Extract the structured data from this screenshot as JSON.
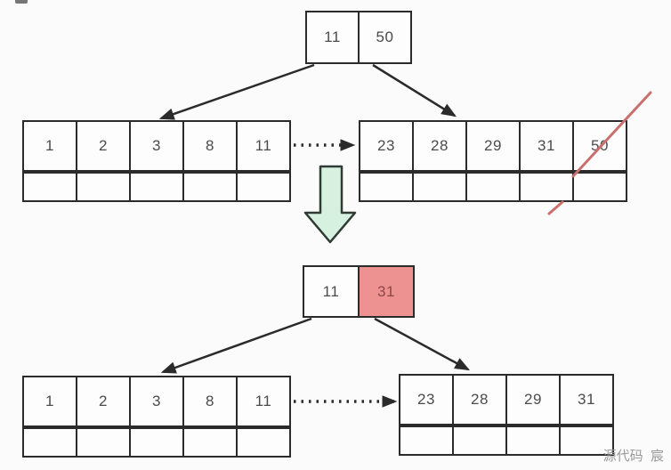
{
  "diagram": {
    "title_semantics": "bplus-tree-delete-50",
    "colors": {
      "border": "#2b2b2b",
      "cell_text": "#4b4b4b",
      "highlight_fill": "#ee9191",
      "highlight_text": "#8b4a4a",
      "strike_line": "#c96f6d",
      "transition_arrow_fill": "#d7f1e1",
      "background": "#fbfbfb"
    },
    "before": {
      "root": {
        "cells": [
          "11",
          "50"
        ]
      },
      "left_leaf": {
        "cells": [
          "1",
          "2",
          "3",
          "8",
          "11"
        ]
      },
      "right_leaf": {
        "cells": [
          "23",
          "28",
          "29",
          "31",
          "50"
        ],
        "struck_value": "50"
      }
    },
    "after": {
      "root": {
        "cells": [
          "11",
          "31"
        ],
        "highlighted_value": "31"
      },
      "left_leaf": {
        "cells": [
          "1",
          "2",
          "3",
          "8",
          "11"
        ]
      },
      "right_leaf": {
        "cells": [
          "23",
          "28",
          "29",
          "31"
        ]
      }
    },
    "watermark": "源代码  宸"
  }
}
